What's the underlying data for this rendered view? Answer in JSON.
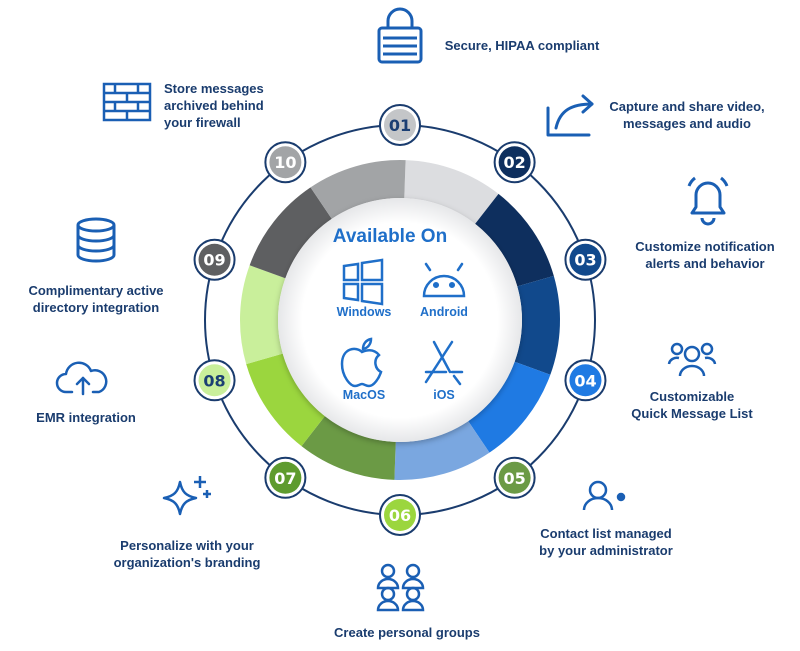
{
  "center": {
    "title": "Available On",
    "platforms": [
      {
        "label": "Windows",
        "icon": "windows-icon"
      },
      {
        "label": "Android",
        "icon": "android-icon"
      },
      {
        "label": "MacOS",
        "icon": "apple-icon"
      },
      {
        "label": "iOS",
        "icon": "app-store-icon"
      }
    ]
  },
  "features": [
    {
      "number": "01",
      "lines": [
        "Secure, HIPAA compliant"
      ],
      "icon": "lock-icon",
      "color": "#c4c6c8",
      "text_color": "#1b3f73"
    },
    {
      "number": "02",
      "lines": [
        "Capture and share video,",
        "messages and audio"
      ],
      "icon": "share-arrow-icon",
      "color": "#0e2f5e",
      "text_color": "#ffffff"
    },
    {
      "number": "03",
      "lines": [
        "Customize notification",
        "alerts and behavior"
      ],
      "icon": "bell-icon",
      "color": "#11498c",
      "text_color": "#ffffff"
    },
    {
      "number": "04",
      "lines": [
        "Customizable",
        "Quick Message List"
      ],
      "icon": "group-icon",
      "color": "#1f7ae3",
      "text_color": "#ffffff"
    },
    {
      "number": "05",
      "lines": [
        "Contact list managed",
        "by your administrator"
      ],
      "icon": "user-settings-icon",
      "color": "#6b9a45",
      "text_color": "#ffffff"
    },
    {
      "number": "06",
      "lines": [
        "Create personal groups"
      ],
      "icon": "people-group-icon",
      "color": "#9bd63e",
      "text_color": "#ffffff"
    },
    {
      "number": "07",
      "lines": [
        "Personalize with your",
        "organization's branding"
      ],
      "icon": "sparkle-icon",
      "color": "#5e9b2e",
      "text_color": "#ffffff"
    },
    {
      "number": "08",
      "lines": [
        "EMR integration"
      ],
      "icon": "cloud-upload-icon",
      "color": "#c9ef9b",
      "text_color": "#1b3f73"
    },
    {
      "number": "09",
      "lines": [
        "Complimentary active",
        "directory integration"
      ],
      "icon": "database-icon",
      "color": "#5e5f61",
      "text_color": "#ffffff"
    },
    {
      "number": "10",
      "lines": [
        "Store messages",
        "archived behind",
        "your firewall"
      ],
      "icon": "firewall-icon",
      "color": "#a2a4a6",
      "text_color": "#ffffff"
    }
  ],
  "colors": {
    "dark_blue": "#1a3c6e",
    "accent_blue": "#1f6fc9",
    "ring": "#1a3c6e"
  }
}
